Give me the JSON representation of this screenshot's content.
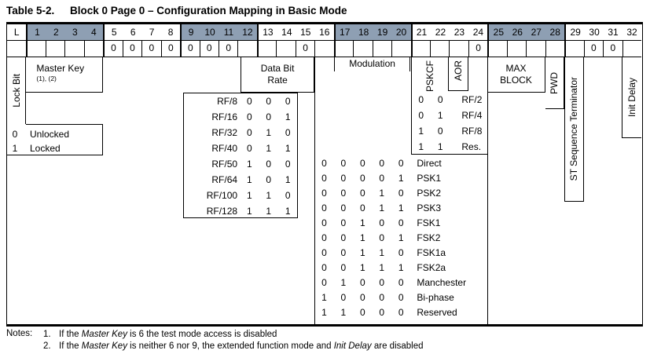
{
  "title": {
    "label": "Table 5-2.",
    "text": "Block 0 Page 0 – Configuration Mapping in Basic Mode"
  },
  "colors": {
    "header_shade": "#8E9FB3",
    "border": "#000000",
    "background": "#FFFFFF"
  },
  "bit_header": {
    "groups": [
      {
        "cells": [
          "L"
        ],
        "shaded": false
      },
      {
        "cells": [
          "1",
          "2",
          "3",
          "4"
        ],
        "shaded": true
      },
      {
        "cells": [
          "5",
          "6",
          "7",
          "8"
        ],
        "shaded": false
      },
      {
        "cells": [
          "9",
          "10",
          "11",
          "12"
        ],
        "shaded": true
      },
      {
        "cells": [
          "13",
          "14",
          "15",
          "16"
        ],
        "shaded": false
      },
      {
        "cells": [
          "17",
          "18",
          "19",
          "20"
        ],
        "shaded": true
      },
      {
        "cells": [
          "21",
          "22",
          "23",
          "24"
        ],
        "shaded": false
      },
      {
        "cells": [
          "25",
          "26",
          "27",
          "28"
        ],
        "shaded": true
      },
      {
        "cells": [
          "29",
          "30",
          "31",
          "32"
        ],
        "shaded": false
      }
    ]
  },
  "preset_row": {
    "cells": [
      "",
      "",
      "",
      "",
      "",
      "0",
      "0",
      "0",
      "0",
      "0",
      "0",
      "0",
      "",
      "",
      "",
      "0",
      "",
      "",
      "",
      "",
      "",
      "",
      "",
      "",
      "0",
      "",
      "",
      "",
      "",
      "",
      "0",
      "0",
      ""
    ]
  },
  "sections": {
    "lock_bit": {
      "label": "Lock Bit",
      "legend": [
        {
          "bit": "0",
          "label": "Unlocked"
        },
        {
          "bit": "1",
          "label": "Locked"
        }
      ]
    },
    "master_key": {
      "label": "Master Key",
      "superscript": "(1), (2)"
    },
    "data_bit_rate": {
      "label_line1": "Data Bit",
      "label_line2": "Rate",
      "rows": [
        {
          "label": "RF/8",
          "bits": [
            "0",
            "0",
            "0"
          ]
        },
        {
          "label": "RF/16",
          "bits": [
            "0",
            "0",
            "1"
          ]
        },
        {
          "label": "RF/32",
          "bits": [
            "0",
            "1",
            "0"
          ]
        },
        {
          "label": "RF/40",
          "bits": [
            "0",
            "1",
            "1"
          ]
        },
        {
          "label": "RF/50",
          "bits": [
            "1",
            "0",
            "0"
          ]
        },
        {
          "label": "RF/64",
          "bits": [
            "1",
            "0",
            "1"
          ]
        },
        {
          "label": "RF/100",
          "bits": [
            "1",
            "1",
            "0"
          ]
        },
        {
          "label": "RF/128",
          "bits": [
            "1",
            "1",
            "1"
          ]
        }
      ]
    },
    "modulation": {
      "label": "Modulation",
      "rows": [
        {
          "bits": [
            "0",
            "0",
            "0",
            "0",
            "0"
          ],
          "label": "Direct"
        },
        {
          "bits": [
            "0",
            "0",
            "0",
            "0",
            "1"
          ],
          "label": "PSK1"
        },
        {
          "bits": [
            "0",
            "0",
            "0",
            "1",
            "0"
          ],
          "label": "PSK2"
        },
        {
          "bits": [
            "0",
            "0",
            "0",
            "1",
            "1"
          ],
          "label": "PSK3"
        },
        {
          "bits": [
            "0",
            "0",
            "1",
            "0",
            "0"
          ],
          "label": "FSK1"
        },
        {
          "bits": [
            "0",
            "0",
            "1",
            "0",
            "1"
          ],
          "label": "FSK2"
        },
        {
          "bits": [
            "0",
            "0",
            "1",
            "1",
            "0"
          ],
          "label": "FSK1a"
        },
        {
          "bits": [
            "0",
            "0",
            "1",
            "1",
            "1"
          ],
          "label": "FSK2a"
        },
        {
          "bits": [
            "0",
            "1",
            "0",
            "0",
            "0"
          ],
          "label": "Manchester"
        },
        {
          "bits": [
            "1",
            "0",
            "0",
            "0",
            "0"
          ],
          "label": "Bi-phase"
        },
        {
          "bits": [
            "1",
            "1",
            "0",
            "0",
            "0"
          ],
          "label": "Reserved"
        }
      ]
    },
    "pskcf": {
      "label": "PSKCF"
    },
    "aor": {
      "label": "AOR",
      "rows": [
        {
          "bits": [
            "0",
            "0"
          ],
          "label": "RF/2"
        },
        {
          "bits": [
            "0",
            "1"
          ],
          "label": "RF/4"
        },
        {
          "bits": [
            "1",
            "0"
          ],
          "label": "RF/8"
        },
        {
          "bits": [
            "1",
            "1"
          ],
          "label": "Res."
        }
      ]
    },
    "max_block": {
      "label_line1": "MAX",
      "label_line2": "BLOCK"
    },
    "pwd": {
      "label": "PWD"
    },
    "st_sequence_terminator": {
      "label": "ST Sequence Terminator"
    },
    "init_delay": {
      "label": "Init Delay"
    }
  },
  "notes": {
    "label": "Notes:",
    "items": [
      {
        "num": "1.",
        "parts": [
          {
            "t": "If the "
          },
          {
            "t": "Master Key",
            "i": true
          },
          {
            "t": " is 6 the test mode access is disabled"
          }
        ]
      },
      {
        "num": "2.",
        "parts": [
          {
            "t": "If the "
          },
          {
            "t": "Master Key",
            "i": true
          },
          {
            "t": " is neither 6 nor 9, the extended function mode and "
          },
          {
            "t": "Init Delay",
            "i": true
          },
          {
            "t": " are disabled"
          }
        ]
      }
    ]
  }
}
